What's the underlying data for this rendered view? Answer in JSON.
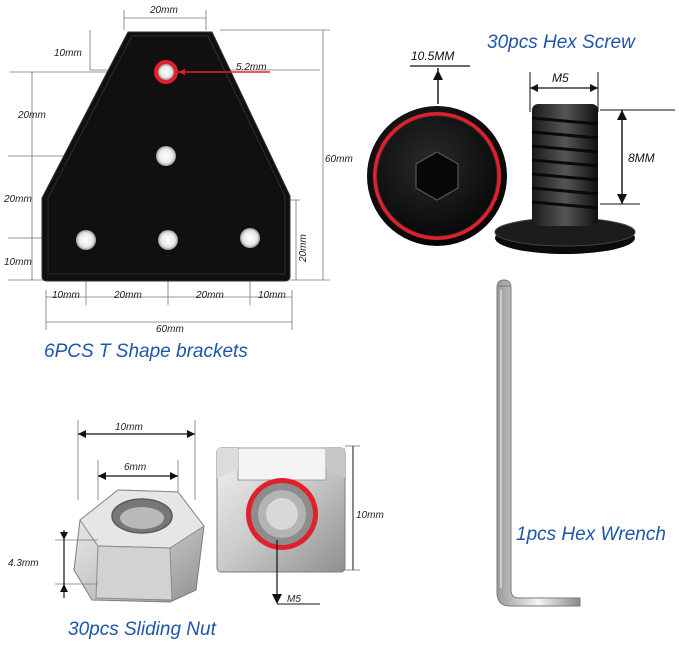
{
  "bracket": {
    "caption": "6PCS T Shape brackets",
    "dims": {
      "top_width": "20mm",
      "top_offset": "10mm",
      "hole_dia": "5.2mm",
      "left_upper": "20mm",
      "left_mid": "20mm",
      "left_low": "10mm",
      "height": "60mm",
      "right_low": "20mm",
      "bottom_a": "10mm",
      "bottom_b": "20mm",
      "bottom_c": "20mm",
      "bottom_d": "10mm",
      "width": "60mm"
    }
  },
  "screw": {
    "caption": "30pcs Hex Screw",
    "head_dia": "10.5MM",
    "thread": "M5",
    "length": "8MM"
  },
  "nut": {
    "caption": "30pcs Sliding Nut",
    "width": "10mm",
    "inner": "6mm",
    "height": "4.3mm",
    "side": "10mm",
    "thread": "M5"
  },
  "wrench": {
    "caption": "1pcs Hex Wrench"
  },
  "colors": {
    "caption_blue": "#1f56a8",
    "highlight_red": "#e0202a",
    "bracket_black": "#101010"
  }
}
